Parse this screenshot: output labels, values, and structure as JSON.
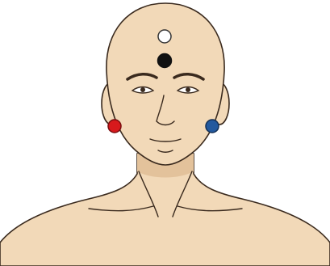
{
  "figure": {
    "subject": "head-and-shoulders",
    "skin_color": "#f2d9b8",
    "skin_shadow_color": "#e3c29b",
    "outline_color": "#3a2a1e",
    "background_color": "#ffffff"
  },
  "electrodes": [
    {
      "id": "top-head",
      "fill": "#ffffff",
      "stroke": "#333333"
    },
    {
      "id": "forehead",
      "fill": "#111111",
      "stroke": "#111111"
    },
    {
      "id": "left-ear",
      "fill": "#d7191c",
      "stroke": "#7a0d0f"
    },
    {
      "id": "right-ear",
      "fill": "#23599e",
      "stroke": "#132f55"
    }
  ]
}
